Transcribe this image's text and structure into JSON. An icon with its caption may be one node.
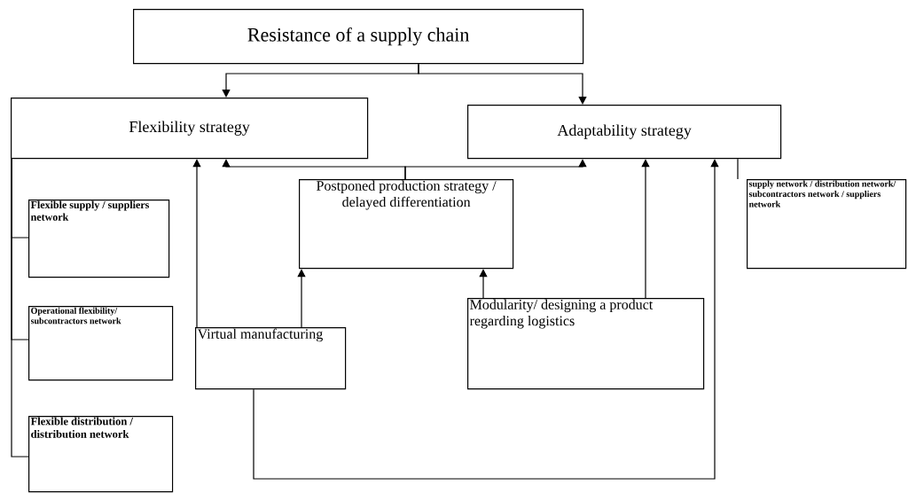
{
  "diagram": {
    "nodes": [
      {
        "text": [
          "Resistance of a supply chain"
        ]
      },
      {
        "text": [
          "Flexibility strategy"
        ]
      },
      {
        "text": [
          "Adaptability strategy"
        ]
      },
      {
        "text": [
          "Flexible supply / suppliers network"
        ]
      },
      {
        "text": [
          "Postponed production strategy / delayed differentiation"
        ]
      },
      {
        "text": [
          "supply network / distribution network/ subcontractors network / suppliers network"
        ]
      },
      {
        "text": [
          "Operational flexibility/ subcontractors network"
        ]
      },
      {
        "text": [
          "Virtual manufacturing"
        ]
      },
      {
        "text": [
          "Modularity/ designing a product regarding logistics"
        ]
      },
      {
        "text": [
          "Flexible distribution / distribution network"
        ]
      }
    ],
    "edges": [
      {
        "from": 0,
        "to": 1,
        "arrow": "to"
      },
      {
        "from": 0,
        "to": 2,
        "arrow": "to"
      },
      {
        "from": 4,
        "to": 1,
        "arrow": "to"
      },
      {
        "from": 4,
        "to": 2,
        "arrow": "to"
      },
      {
        "from": 7,
        "to": 1,
        "arrow": "to"
      },
      {
        "from": 7,
        "to": 4,
        "arrow": "to"
      },
      {
        "from": 8,
        "to": 4,
        "arrow": "to"
      },
      {
        "from": 8,
        "to": 2,
        "arrow": "to"
      },
      {
        "from": 7,
        "to": 2,
        "arrow": "to"
      },
      {
        "from": 1,
        "to": 3,
        "arrow": "none"
      },
      {
        "from": 1,
        "to": 6,
        "arrow": "none"
      },
      {
        "from": 1,
        "to": 9,
        "arrow": "none"
      },
      {
        "from": 2,
        "to": 5,
        "arrow": "none"
      }
    ]
  }
}
